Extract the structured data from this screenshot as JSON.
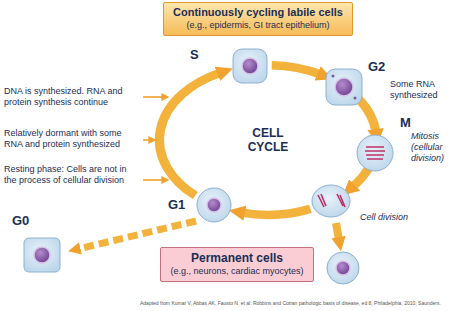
{
  "diagram": {
    "caption": "Adapted from Kumar V, Abbas AK, Fausto N, et al: Robbins and Cotran pathologic basis of disease, ed 8, Philadelphia, 2010, Saunders.",
    "nodes": [
      {
        "text": [
          "Continuously cycling labile cells",
          "(e.g., epidermis, GI tract epithelium)"
        ]
      },
      {
        "text": [
          "Permanent cells",
          "(e.g., neurons, cardiac myocytes)"
        ]
      }
    ],
    "labels": [
      "S",
      "G2",
      "Some RNA synthesized",
      "M",
      "Mitosis (cellular division)",
      "CELL CYCLE",
      "DNA is synthesized. RNA and protein synthesis continue",
      "Relatively dormant with some RNA and protein synthesized",
      "Resting phase: Cells are not in the process of cellular division",
      "G1",
      "G0",
      "Cell division"
    ]
  }
}
